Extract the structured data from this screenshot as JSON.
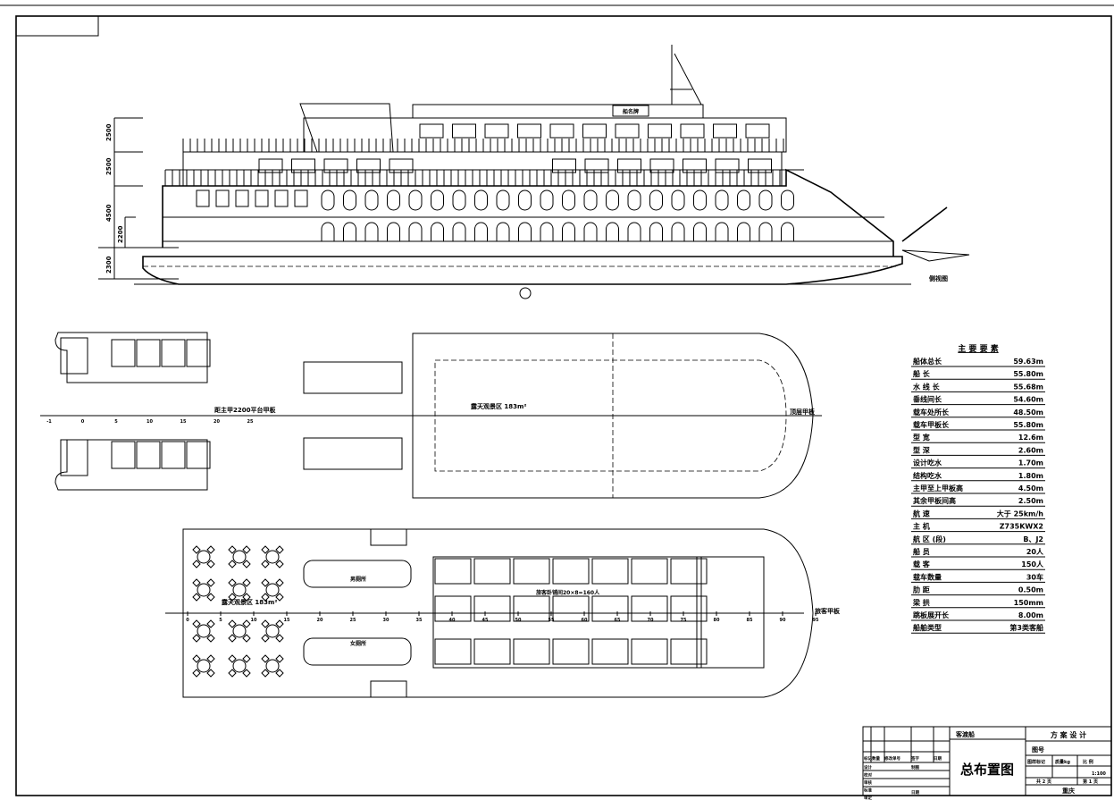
{
  "profile": {
    "view_label": "侧视图",
    "dimensions": [
      "2500",
      "2500",
      "4500",
      "2200",
      "2300"
    ],
    "name_board": "船名牌"
  },
  "platform_plan": {
    "label": "距主甲2200平台甲板",
    "frames": [
      "-1",
      "0",
      "5",
      "10",
      "15",
      "20",
      "25"
    ]
  },
  "top_deck_plan": {
    "area_label": "露天观景区  183m²",
    "deck_label": "顶层甲板"
  },
  "main_deck_plan": {
    "area_label": "露天观景区  183m²",
    "deck_label": "旅客甲板",
    "men_wc": "男厕所",
    "women_wc": "女厕所",
    "cabin_note": "旅客卧铺间20×8=160人",
    "frames": [
      "0",
      "5",
      "10",
      "15",
      "20",
      "25",
      "30",
      "35",
      "40",
      "45",
      "50",
      "55",
      "60",
      "65",
      "70",
      "75",
      "80",
      "85",
      "90",
      "95"
    ]
  },
  "spec_table": {
    "title": "主 要 要 素",
    "rows": [
      {
        "k": "船体总长",
        "v": "59.63m"
      },
      {
        "k": "船    长",
        "v": "55.80m"
      },
      {
        "k": "水 线 长",
        "v": "55.68m"
      },
      {
        "k": "垂线间长",
        "v": "54.60m"
      },
      {
        "k": "载车处所长",
        "v": "48.50m"
      },
      {
        "k": "载车甲板长",
        "v": "55.80m"
      },
      {
        "k": "型    宽",
        "v": "12.6m"
      },
      {
        "k": "型    深",
        "v": "2.60m"
      },
      {
        "k": "设计吃水",
        "v": "1.70m"
      },
      {
        "k": "结构吃水",
        "v": "1.80m"
      },
      {
        "k": "主甲至上甲板高",
        "v": "4.50m"
      },
      {
        "k": "其余甲板间高",
        "v": "2.50m"
      },
      {
        "k": "航    速",
        "v": "大于 25km/h"
      },
      {
        "k": "主    机",
        "v": "Z735KWX2"
      },
      {
        "k": "航 区 (段)",
        "v": "B、J2"
      },
      {
        "k": "船    员",
        "v": "20人"
      },
      {
        "k": "载    客",
        "v": "150人"
      },
      {
        "k": "载车数量",
        "v": "30车"
      },
      {
        "k": "肋    距",
        "v": "0.50m"
      },
      {
        "k": "梁    拱",
        "v": "150mm"
      },
      {
        "k": "跳板展开长",
        "v": "8.00m"
      },
      {
        "k": "船舶类型",
        "v": "第3类客船"
      }
    ]
  },
  "title_block": {
    "ship_type": "客渡船",
    "drawing_title": "总布置图",
    "design_stage": "方  案  设  计",
    "drawing_no_label": "图号",
    "mark_label": "图样标记",
    "weight_label": "质量kg",
    "scale_label": "比 例",
    "scale_value": "1:100",
    "sheets_total": "共 2 页",
    "sheet_no": "第 1 页",
    "place": "重庆",
    "rev_headers": [
      "标记数量",
      "修改单号",
      "签字",
      "日期"
    ],
    "roles": [
      "设计",
      "校对",
      "审核",
      "标准",
      "审定"
    ],
    "role_right": [
      "制图",
      "日期"
    ]
  }
}
